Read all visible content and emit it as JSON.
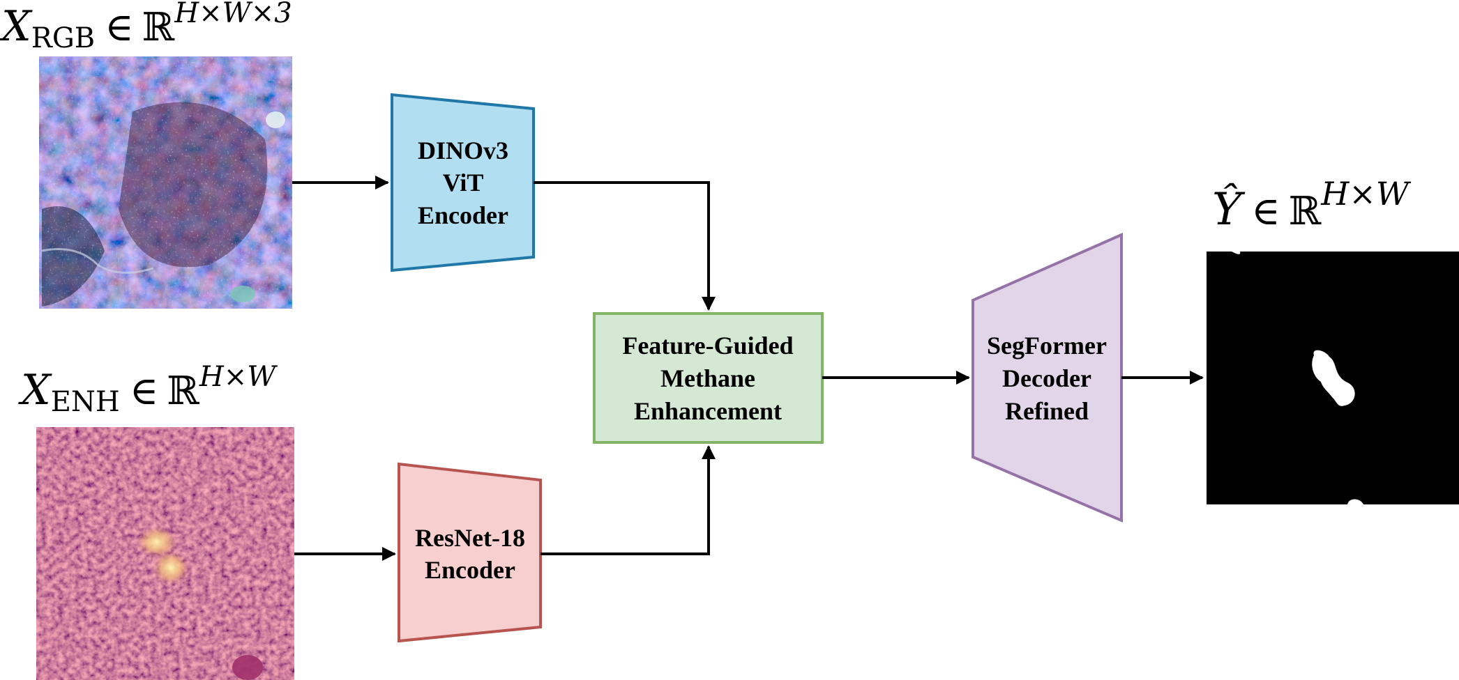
{
  "inputs": {
    "rgb": {
      "symbol": "X",
      "subscript": "RGB",
      "relation": "∈",
      "space": "ℝ",
      "superscript": "H×W×3"
    },
    "enh": {
      "symbol": "X",
      "subscript": "ENH",
      "relation": "∈",
      "space": "ℝ",
      "superscript": "H×W"
    }
  },
  "output": {
    "symbol": "Ŷ",
    "relation": "∈",
    "space": "ℝ",
    "superscript": "H×W"
  },
  "nodes": {
    "dino": {
      "lines": [
        "DINOv3",
        "ViT",
        "Encoder"
      ],
      "fill": "#b1def0",
      "stroke": "#1f78a8"
    },
    "resnet": {
      "lines": [
        "ResNet-18",
        "Encoder"
      ],
      "fill": "#f7cfcf",
      "stroke": "#b85450"
    },
    "fusion": {
      "lines": [
        "Feature-Guided",
        "Methane",
        "Enhancement"
      ],
      "fill": "#d5e8d4",
      "stroke": "#82b366"
    },
    "decoder": {
      "lines": [
        "SegFormer",
        "Decoder",
        "Refined"
      ],
      "fill": "#e1d5e7",
      "stroke": "#9673a6"
    }
  },
  "colors": {
    "edge": "#000000",
    "mask_background": "#000000",
    "mask_foreground": "#ffffff"
  }
}
